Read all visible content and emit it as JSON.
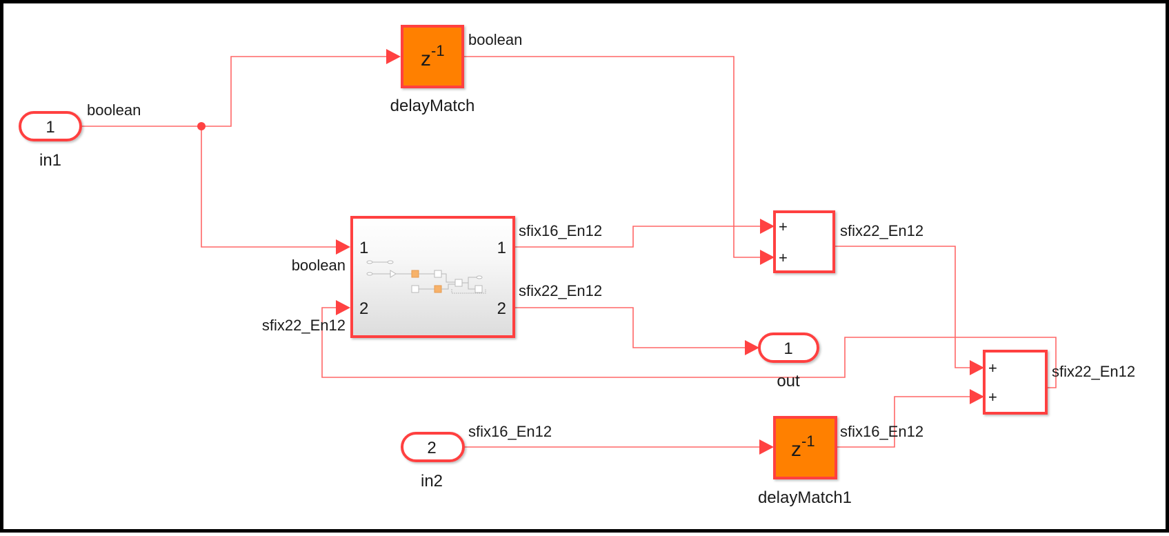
{
  "diagram": {
    "colors": {
      "wire": "#ff6666",
      "block_border": "#ff4040",
      "delay_fill": "#ff8000",
      "port_fill": "#ffffff",
      "frame": "#000000"
    },
    "blocks": {
      "in1": {
        "name": "in1",
        "port_number": "1",
        "type": "Inport"
      },
      "in2": {
        "name": "in2",
        "port_number": "2",
        "type": "Inport"
      },
      "out": {
        "name": "out",
        "port_number": "1",
        "type": "Outport"
      },
      "delayMatch": {
        "name": "delayMatch",
        "glyph": "z",
        "exponent": "-1",
        "type": "Delay"
      },
      "delayMatch1": {
        "name": "delayMatch1",
        "glyph": "z",
        "exponent": "-1",
        "type": "Delay"
      },
      "subsystem": {
        "type": "Subsystem",
        "in_ports": [
          "1",
          "2"
        ],
        "out_ports": [
          "1",
          "2"
        ]
      },
      "sum1": {
        "type": "Sum",
        "signs": [
          "+",
          "+"
        ]
      },
      "sum2": {
        "type": "Sum",
        "signs": [
          "+",
          "+"
        ]
      }
    },
    "signals": {
      "in1_out": "boolean",
      "delayMatch_out": "boolean",
      "subsystem_in1": "boolean",
      "subsystem_in2": "sfix22_En12",
      "subsystem_out1": "sfix16_En12",
      "subsystem_out2": "sfix22_En12",
      "sum1_out": "sfix22_En12",
      "sum2_out": "sfix22_En12",
      "in2_out": "sfix16_En12",
      "delayMatch1_out": "sfix16_En12"
    }
  }
}
